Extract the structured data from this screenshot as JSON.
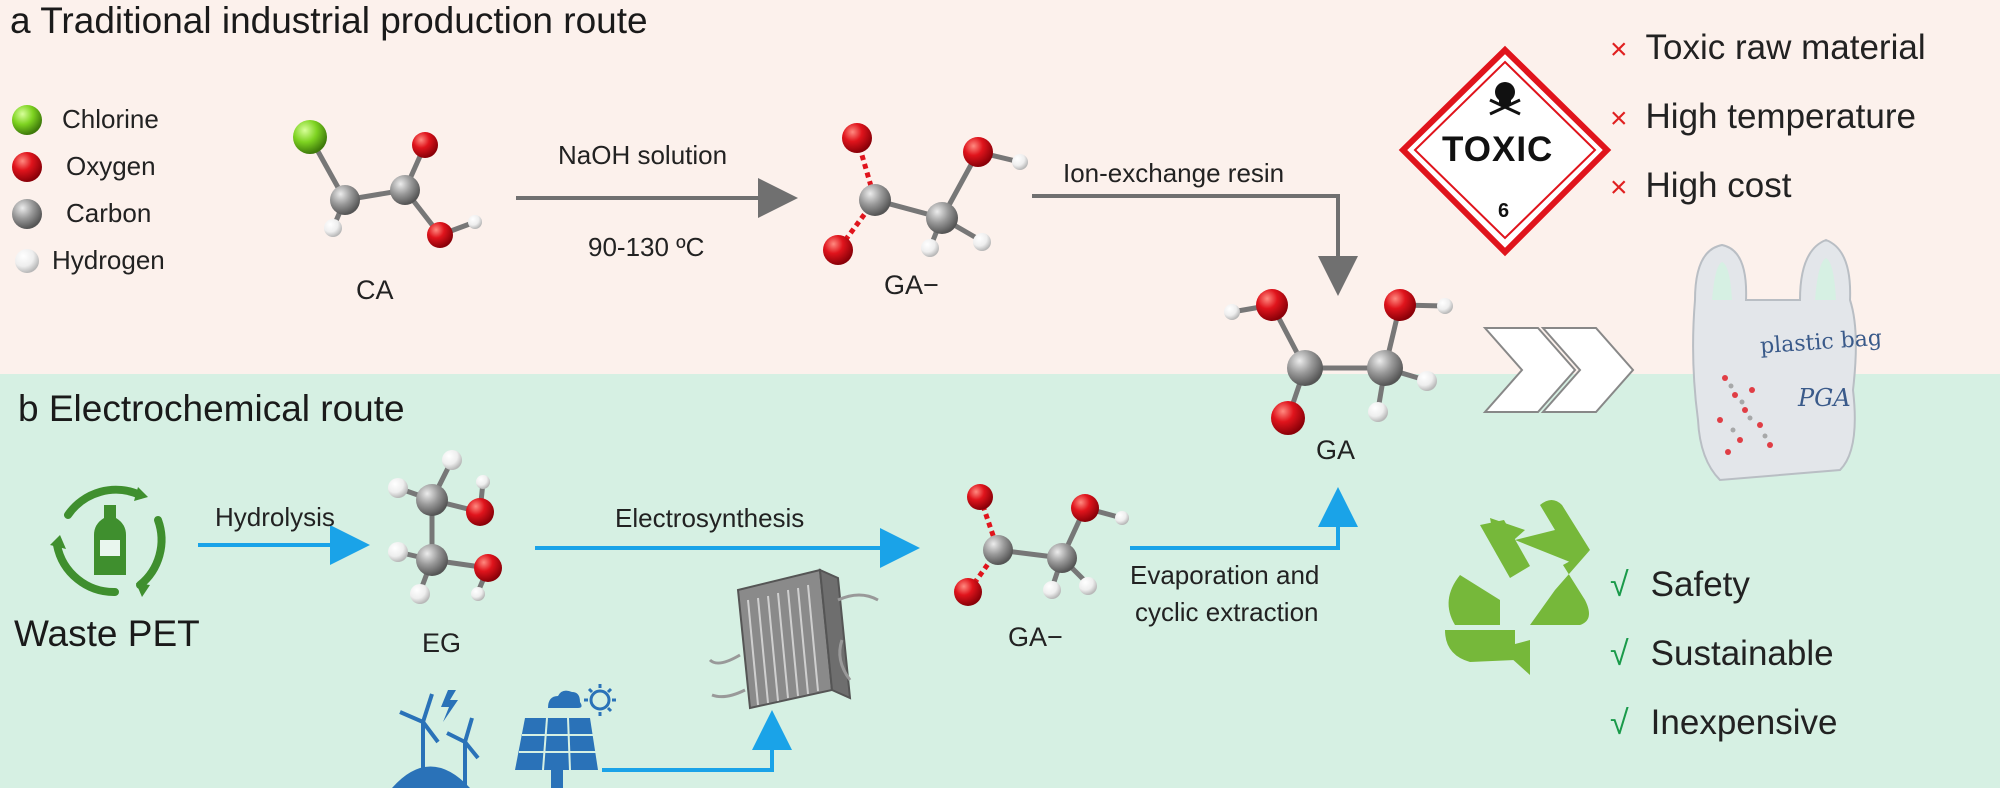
{
  "panel_a": {
    "title": "a Traditional industrial production route",
    "legend": [
      {
        "label": "Chlorine",
        "color": "#7ed321"
      },
      {
        "label": "Oxygen",
        "color": "#e0141c"
      },
      {
        "label": "Carbon",
        "color": "#9a9a9a"
      },
      {
        "label": "Hydrogen",
        "color": "#f2f2f2"
      }
    ],
    "step1_top": "NaOH solution",
    "step1_bottom": "90-130 ºC",
    "step2": "Ion-exchange resin",
    "mol_ca": "CA",
    "mol_ga_minus": "GA−",
    "mol_ga": "GA",
    "toxic_sign": "TOXIC",
    "toxic_class": "6",
    "drawbacks": [
      "Toxic raw material",
      "High temperature",
      "High cost"
    ],
    "drawback_mark": "×"
  },
  "panel_b": {
    "title": "b Electrochemical route",
    "source": "Waste PET",
    "step_hydrolysis": "Hydrolysis",
    "mol_eg": "EG",
    "step_electrosynthesis": "Electrosynthesis",
    "mol_ga_minus": "GA−",
    "step_evaporation_1": "Evaporation and",
    "step_evaporation_2": "cyclic extraction",
    "advantages": [
      "Safety",
      "Sustainable",
      "Inexpensive"
    ],
    "advantage_mark": "√"
  },
  "bag": {
    "line1": "plastic bag",
    "line2": "PGA"
  },
  "colors": {
    "oxygen": "#e0141c",
    "carbon": "#9a9a9a",
    "chlorine": "#7ed321",
    "hydrogen": "#f2f2f2",
    "arrow_gray": "#707070",
    "arrow_blue": "#1aa3e8",
    "recycle_green": "#76b83a",
    "toxic_red": "#e0141c"
  },
  "icons": [
    "recycle-bottle-icon",
    "wind-turbine-icon",
    "solar-panel-icon",
    "electrolyzer-icon",
    "toxic-sign-icon",
    "plastic-bag-icon",
    "recycle-icon",
    "chevron-arrow-icon"
  ]
}
